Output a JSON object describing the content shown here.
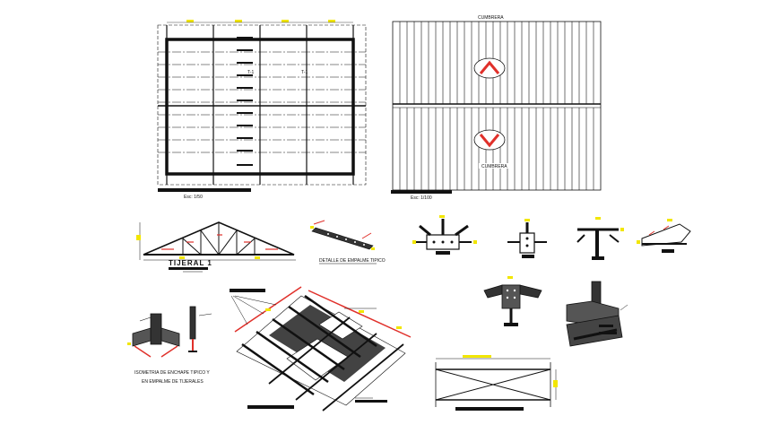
{
  "drawing": {
    "plan_roof_framing": {
      "scale_label": "Esc: 1/50",
      "truss_tag": "T-1",
      "truss_tag_2": "T-1"
    },
    "plan_roof_sheeting": {
      "scale_label": "Esc: 1/100",
      "top_label": "CUMBRERA",
      "bottom_label": "CUMBRERA"
    },
    "truss_elevation": {
      "title": "TIJERAL 1"
    },
    "splice_detail": {
      "title": "DETALLE DE EMPALME TIPICO"
    },
    "isometric_detail": {
      "caption_line1": "ISOMETRIA DE ENCHAPE TIPICO Y",
      "caption_line2": "EN EMPALME DE TIJERALES"
    }
  },
  "colors": {
    "ink": "#111111",
    "red": "#e0302a",
    "yellow": "#f2e600",
    "paper": "#ffffff"
  }
}
